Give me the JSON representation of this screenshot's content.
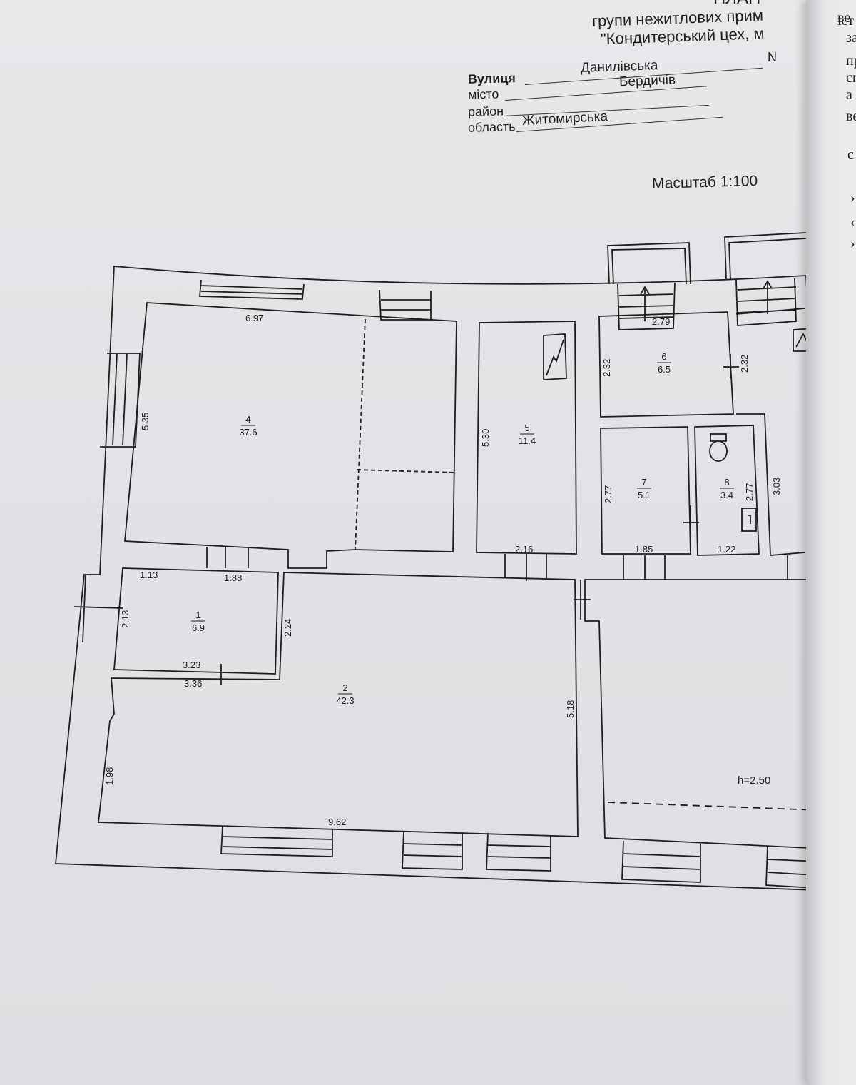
{
  "header": {
    "title_line1": "ПЛАН",
    "title_line2": "групи нежитлових прим",
    "title_line3": "\"Кондитерський цех, м",
    "north_label": "N",
    "street_label": "Вулиця",
    "street_value": "Данилівська",
    "city_label": "місто",
    "city_value": "Бердичів",
    "district_label": "район",
    "district_value": "",
    "region_label": "область",
    "region_value": "Житомирська",
    "scale": "Масштаб 1:100"
  },
  "rooms": [
    {
      "number": "4",
      "area": "37.6"
    },
    {
      "number": "5",
      "area": "11.4"
    },
    {
      "number": "6",
      "area": "6.5"
    },
    {
      "number": "7",
      "area": "5.1"
    },
    {
      "number": "8",
      "area": "3.4"
    },
    {
      "number": "1",
      "area": "6.9"
    },
    {
      "number": "2",
      "area": "42.3"
    }
  ],
  "dimensions": {
    "r4_width": "6.97",
    "r4_height": "5.35",
    "r5_height": "5.30",
    "r5_width": "2.16",
    "r6_width": "2.79",
    "r6_left": "2.32",
    "r6_right": "2.32",
    "r7_height": "2.77",
    "r7_width": "1.85",
    "r8_height": "2.77",
    "r8_width": "1.22",
    "corridor_height": "3.03",
    "r1_top_left": "1.13",
    "r1_top_right": "1.88",
    "r1_height": "2.13",
    "r1_right": "2.24",
    "r1_bottom": "3.23",
    "r2_top": "3.36",
    "r2_right": "5.18",
    "r2_left": "1.98",
    "r2_bottom": "9.62"
  },
  "ceiling_height": "h=2.50",
  "side_page_lines": [
    "ве",
    "іст",
    "за",
    "пр",
    "сн",
    "а",
    "ве",
    "с",
    "›",
    "‹",
    "›"
  ]
}
